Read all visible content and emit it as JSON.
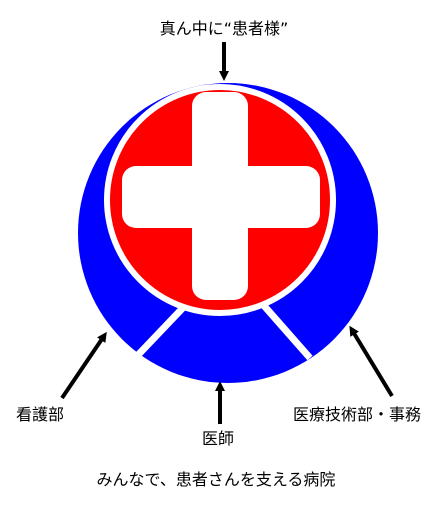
{
  "labels": {
    "center": "真ん中に“患者様”",
    "left": "看護部",
    "bottom": "医師",
    "right": "医療技術部・事務",
    "caption": "みんなで、患者さんを支える病院"
  },
  "colors": {
    "red": "#ff0000",
    "blue": "#0000ff",
    "white": "#ffffff",
    "black": "#000000"
  }
}
